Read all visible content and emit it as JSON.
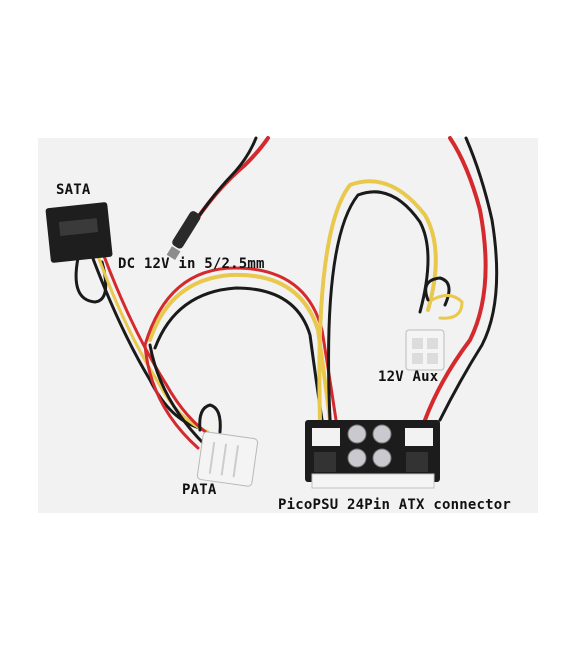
{
  "photo": {
    "background": "#ffffff",
    "photo_area_color": "#f3f3f3",
    "wire_colors": {
      "red": "#d42a2e",
      "yellow": "#e9c84e",
      "black": "#141414",
      "connector_white": "#f4f4f4",
      "pcb_black": "#1c1c1c",
      "capacitor_silver": "#c9c9cf"
    }
  },
  "labels": {
    "sata": "SATA",
    "dc_input": "DC 12V in 5/2.5mm",
    "aux": "12V Aux",
    "pata": "PATA",
    "atx": "PicoPSU 24Pin ATX connector"
  }
}
